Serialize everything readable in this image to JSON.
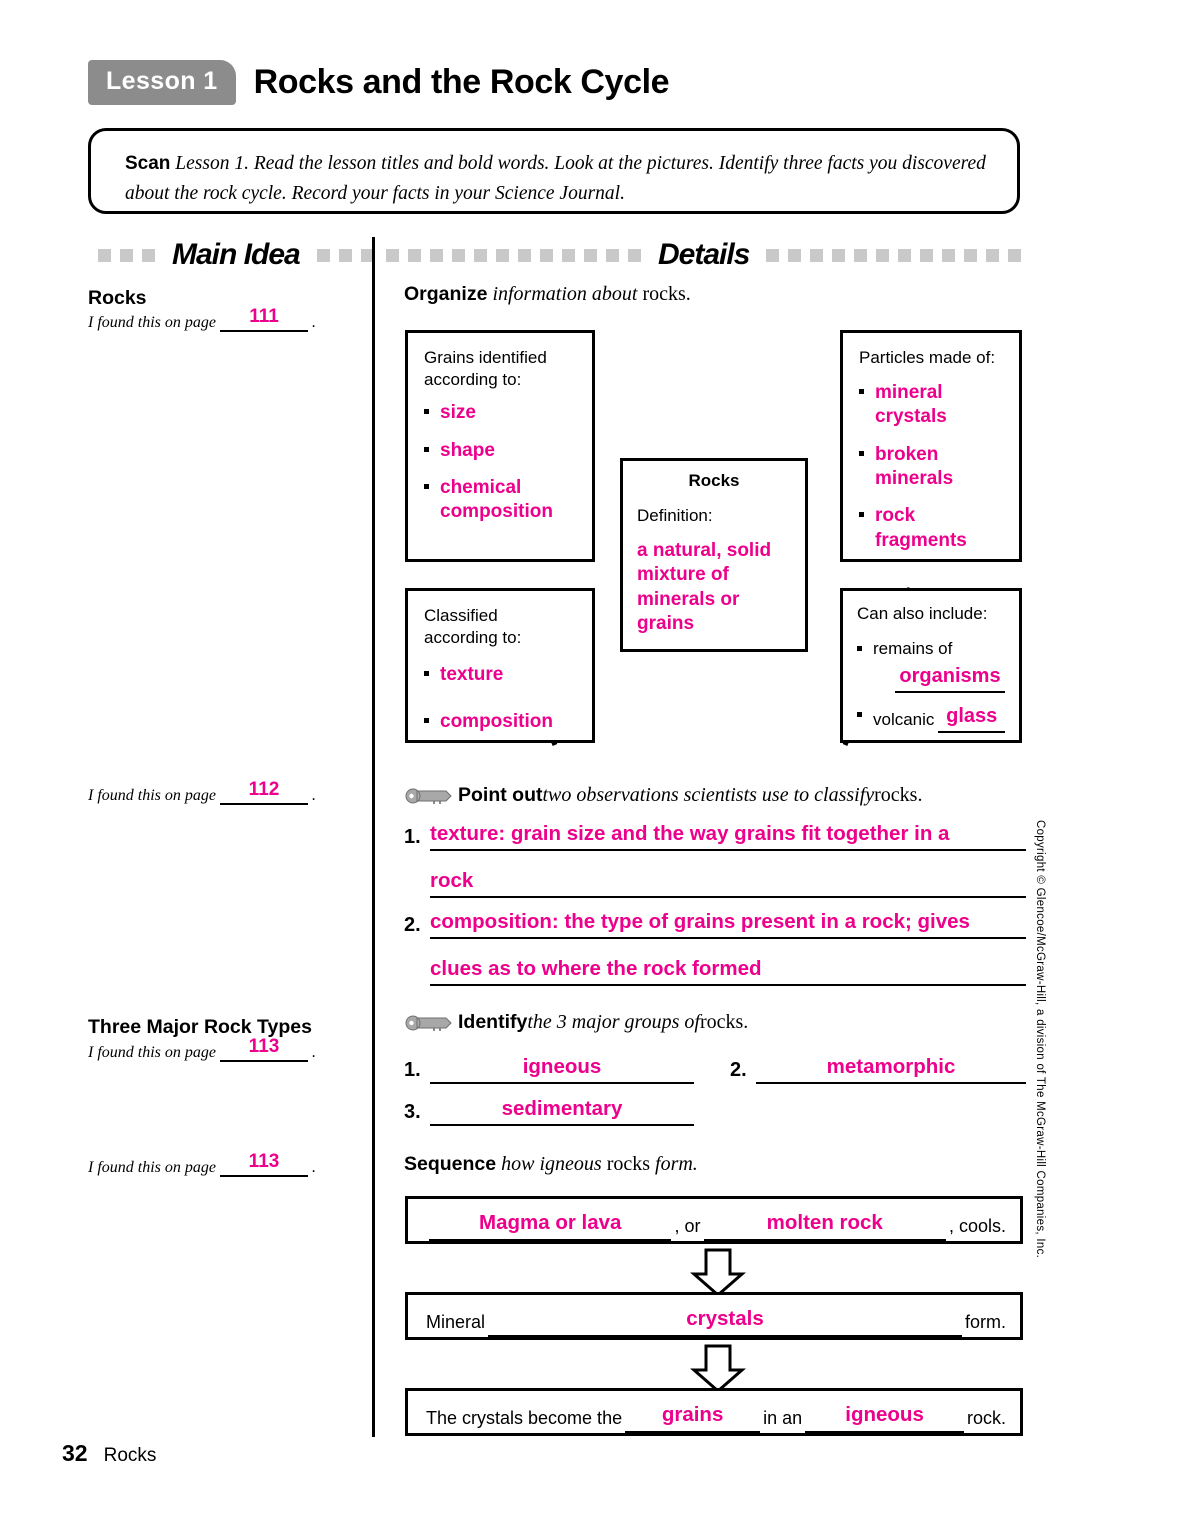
{
  "header": {
    "lesson_tag": "Lesson 1",
    "title": "Rocks and the Rock Cycle"
  },
  "scan": {
    "label": "Scan",
    "text": "Lesson 1. Read the lesson titles and bold words. Look at the pictures. Identify three facts you discovered about the rock cycle. Record your facts in your Science Journal."
  },
  "banners": {
    "main_idea": "Main Idea",
    "details": "Details"
  },
  "main_idea": {
    "heading_1": "Rocks",
    "heading_2": "Three Major Rock Types",
    "found_label": "I found this on page",
    "found_period": ".",
    "pages": [
      "111",
      "112",
      "113",
      "113"
    ]
  },
  "organize": {
    "prompt_bold": "Organize",
    "prompt_italic": " information about ",
    "prompt_tail": "rocks.",
    "box_top_left": {
      "lead": "Grains identified according to:",
      "items": [
        "size",
        "shape",
        "chemical composition"
      ]
    },
    "box_center": {
      "title": "Rocks",
      "lead": "Definition:",
      "answer": "a natural, solid mixture of minerals or grains"
    },
    "box_top_right": {
      "lead": "Particles made of:",
      "items": [
        "mineral crystals",
        "broken minerals",
        "rock fragments"
      ]
    },
    "box_bottom_left": {
      "lead": "Classified according to:",
      "items": [
        "texture",
        "composition"
      ]
    },
    "box_bottom_right": {
      "lead": "Can also include:",
      "item_1_label": "remains of",
      "item_1_answer": "organisms",
      "item_2_label": "volcanic",
      "item_2_answer": "glass"
    }
  },
  "point_out": {
    "icon": "key-icon",
    "prompt_bold": "Point out",
    "prompt_italic": " two observations scientists use to classify ",
    "prompt_tail": "rocks.",
    "answers": [
      {
        "num": "1.",
        "line_1": "texture: grain size and the way grains fit together in a",
        "line_2": "rock"
      },
      {
        "num": "2.",
        "line_1": "composition: the type of grains present in a rock; gives",
        "line_2": "clues as to where the rock formed"
      }
    ]
  },
  "identify": {
    "icon": "key-icon",
    "prompt_bold": "Identify",
    "prompt_italic": " the 3 major groups of ",
    "prompt_tail": "rocks.",
    "answers": [
      {
        "num": "1.",
        "value": "igneous"
      },
      {
        "num": "2.",
        "value": "metamorphic"
      },
      {
        "num": "3.",
        "value": "sedimentary"
      }
    ]
  },
  "sequence": {
    "prompt_bold": "Sequence",
    "prompt_italic": " how igneous ",
    "prompt_mid": "rocks",
    "prompt_tail": " form.",
    "step_1": {
      "blank_1": "Magma or lava",
      "mid_text": ", or",
      "blank_2": "molten rock",
      "end_text": ", cools."
    },
    "step_2": {
      "start_text": "Mineral",
      "blank_1": "crystals",
      "end_text": "form."
    },
    "step_3": {
      "start_text": "The crystals become the",
      "blank_1": "grains",
      "mid_text": "in an",
      "blank_2": "igneous",
      "end_text": "rock."
    }
  },
  "footer": {
    "page_number": "32",
    "page_label": "Rocks",
    "copyright": "Copyright © Glencoe/McGraw-Hill, a division of The McGraw-Hill Companies, Inc."
  },
  "colors": {
    "answer_pink": "#ec008c",
    "tag_gray": "#8c8c8c",
    "square_gray": "#c9c9c9"
  }
}
